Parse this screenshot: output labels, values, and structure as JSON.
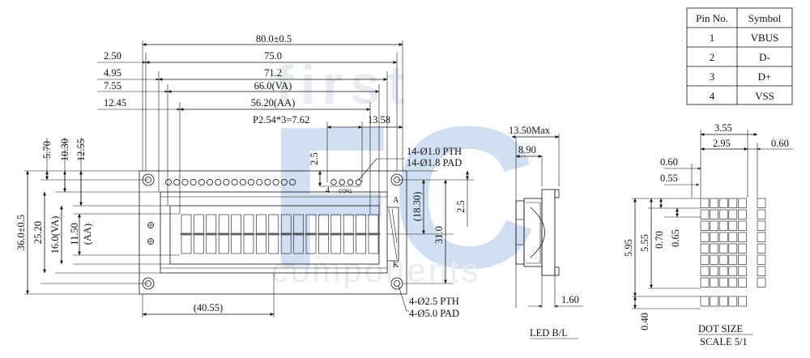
{
  "watermark": {
    "line1": "first",
    "big": "FC",
    "line3": "components"
  },
  "front": {
    "top_dims": [
      "80.0±0.5",
      "75.0",
      "71.2",
      "66.0(VA)",
      "56.20(AA)"
    ],
    "left_offsets": [
      "2.50",
      "4.95",
      "7.55",
      "12.45"
    ],
    "pitch": "P2.54*3=7.62",
    "pin_dist": "13.58",
    "pin_gap": "2.5",
    "pth_small": "14-Ø1.0 PTH",
    "pad_small": "14-Ø1.8 PAD",
    "vert_top": [
      "5.70",
      "10.30",
      "12.55"
    ],
    "vert_left": [
      "36.0±0.5",
      "25.20",
      "16.0(VA)",
      "11.50",
      "(AA)"
    ],
    "vert_right": [
      "(18.30)",
      "31.0",
      "2.5"
    ],
    "pin_labels": {
      "four": "4",
      "cont": "CON1",
      "anode": "A",
      "cathode": "K"
    },
    "bottom_dim": "(40.55)",
    "pth_large": "4-Ø2.5 PTH",
    "pad_large": "4-Ø5.0 PAD"
  },
  "side": {
    "max": "13.50Max",
    "depth": "8.90",
    "pcb": "1.60",
    "label": "LED B/L"
  },
  "dots": {
    "top": [
      "3.55",
      "2.95",
      "0.60"
    ],
    "left": [
      "0.60",
      "0.55"
    ],
    "vert": [
      "5.95",
      "5.55",
      "0.70",
      "0.65",
      "0.40"
    ],
    "label1": "DOT SIZE",
    "label2": "SCALE 5/1"
  },
  "pin_table": {
    "headers": [
      "Pin No.",
      "Symbol"
    ],
    "rows": [
      {
        "no": "1",
        "sym": "VBUS"
      },
      {
        "no": "2",
        "sym": "D-"
      },
      {
        "no": "3",
        "sym": "D+"
      },
      {
        "no": "4",
        "sym": "VSS"
      }
    ]
  }
}
